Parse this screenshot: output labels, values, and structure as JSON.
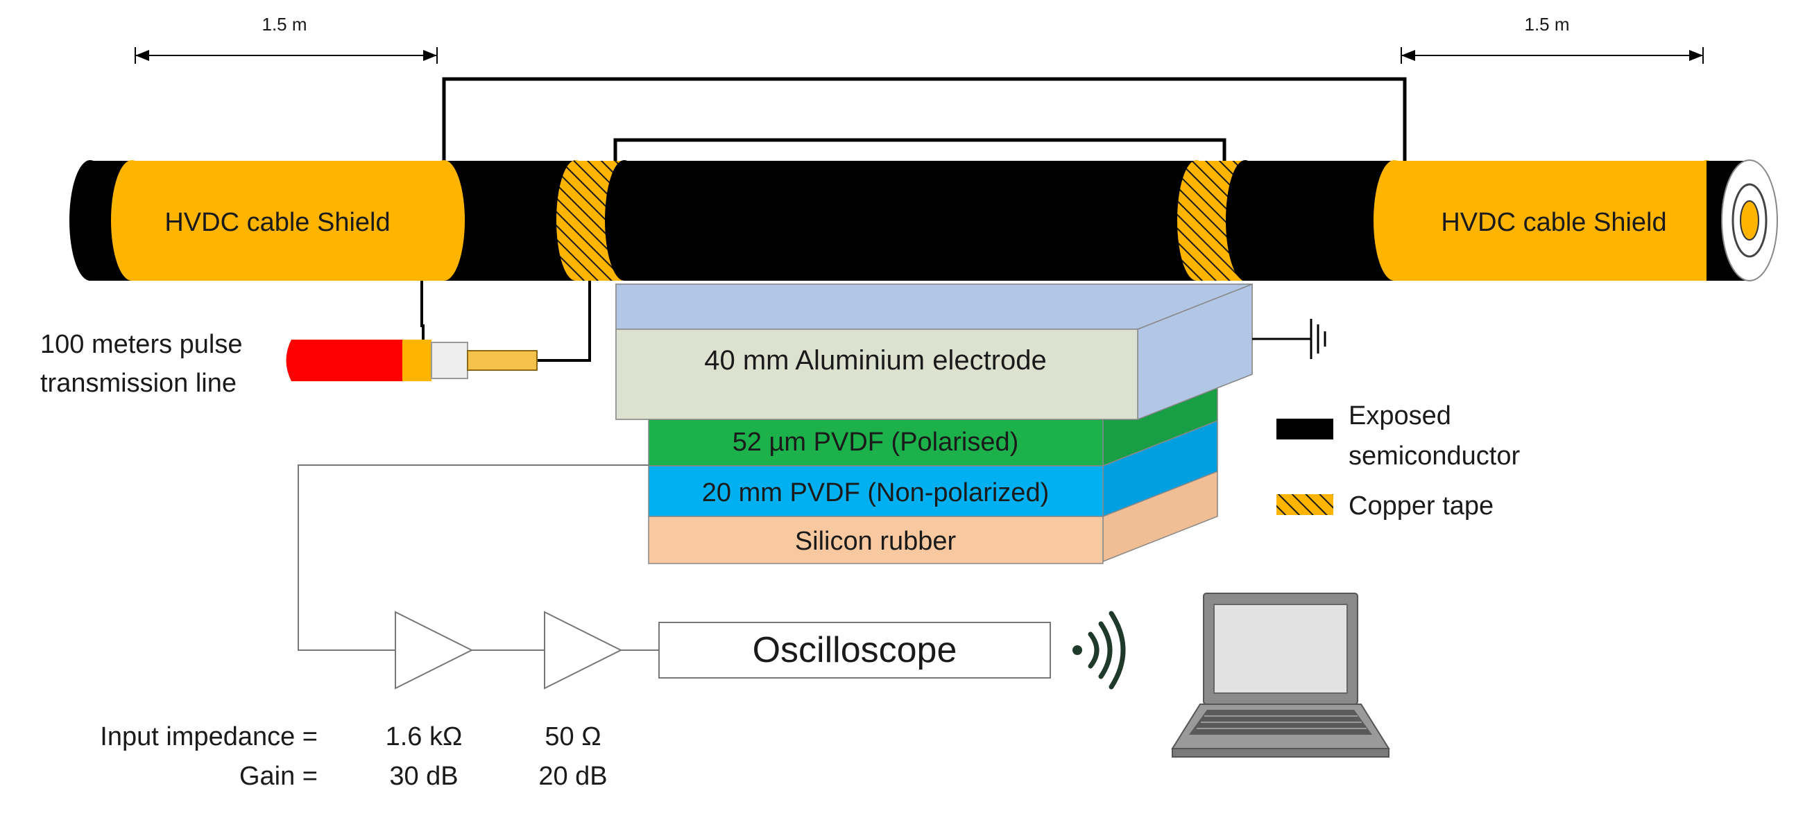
{
  "dimensions": {
    "left": "1.5 m",
    "right": "1.5 m"
  },
  "cable": {
    "shield_left_label": "HVDC cable Shield",
    "shield_right_label": "HVDC cable Shield"
  },
  "transmission_line": {
    "label_line1": "100 meters pulse",
    "label_line2": "transmission line"
  },
  "layers": {
    "electrode": "40 mm Aluminium electrode",
    "pvdf_polarised": "52 µm PVDF (Polarised)",
    "pvdf_nonpolarized": "20 mm PVDF (Non-polarized)",
    "rubber": "Silicon rubber"
  },
  "legend": {
    "exposed_line1": "Exposed",
    "exposed_line2": "semiconductor",
    "copper": "Copper tape"
  },
  "instruments": {
    "oscilloscope": "Oscilloscope",
    "impedance_label": "Input impedance =",
    "gain_label": "Gain =",
    "amp1_impedance": "1.6 kΩ",
    "amp1_gain": "30 dB",
    "amp2_impedance": "50 Ω",
    "amp2_gain": "20 dB"
  },
  "colors": {
    "shield": "#FFB400",
    "semiconductor": "#000000",
    "electrode_front": "#DCE2CF",
    "electrode_side": "#B1C7E5",
    "pvdf_polarised": "#1DB14C",
    "pvdf_nonpolarized": "#00B0F0",
    "rubber": "#F8C8A0",
    "coax_red": "#FF0000"
  },
  "icons": [
    "ground-icon",
    "wireless-signal-icon",
    "laptop-icon",
    "amplifier-icon"
  ]
}
